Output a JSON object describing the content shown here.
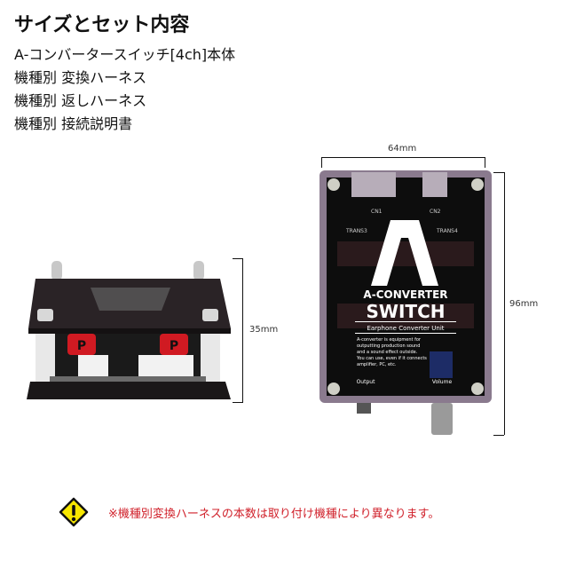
{
  "heading": "サイズとセット内容",
  "contents": [
    "A-コンバータースイッチ[4ch]本体",
    "機種別 変換ハーネス",
    "機種別 返しハーネス",
    "機種別 接続説明書"
  ],
  "dimensions": {
    "height_label": "35mm",
    "width_label": "64mm",
    "depth_label": "96mm"
  },
  "product_labels": {
    "logo_line1": "A-CONVERTER",
    "logo_line2": "SWITCH",
    "subtitle": "Earphone Converter Unit",
    "description": "A-converter is equipment for outputting production sound and a sound effect outside. You can use, even if it connects amplifier, PC, etc.",
    "output": "Output",
    "volume": "Volume",
    "cn1": "CN1",
    "cn2": "CN2",
    "trans3": "TRANS3",
    "trans4": "TRANS4",
    "p_mark": "P"
  },
  "notice": {
    "icon": "warning-icon",
    "text": "※機種別変換ハーネスの本数は取り付け機種により異なります。",
    "color": "#d0202a"
  }
}
